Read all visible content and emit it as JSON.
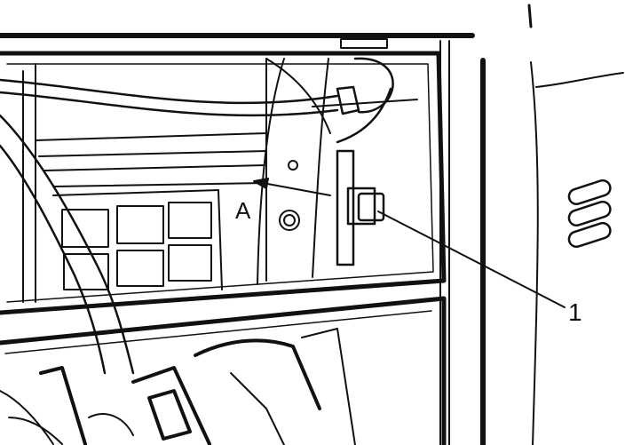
{
  "figure": {
    "callout_letter": "A",
    "callout_number": "1",
    "line_color": "#111111",
    "background": "#ffffff"
  },
  "parts": [
    {
      "name": "dashboard-opening-frame",
      "icon": "frame-outline"
    },
    {
      "name": "wire-harness",
      "icon": "cable"
    },
    {
      "name": "mounting-bracket",
      "icon": "bracket"
    },
    {
      "name": "retaining-clip",
      "icon": "clip"
    },
    {
      "name": "electrical-connectors",
      "icon": "connector"
    },
    {
      "name": "side-vent-louvers",
      "icon": "vent"
    }
  ]
}
